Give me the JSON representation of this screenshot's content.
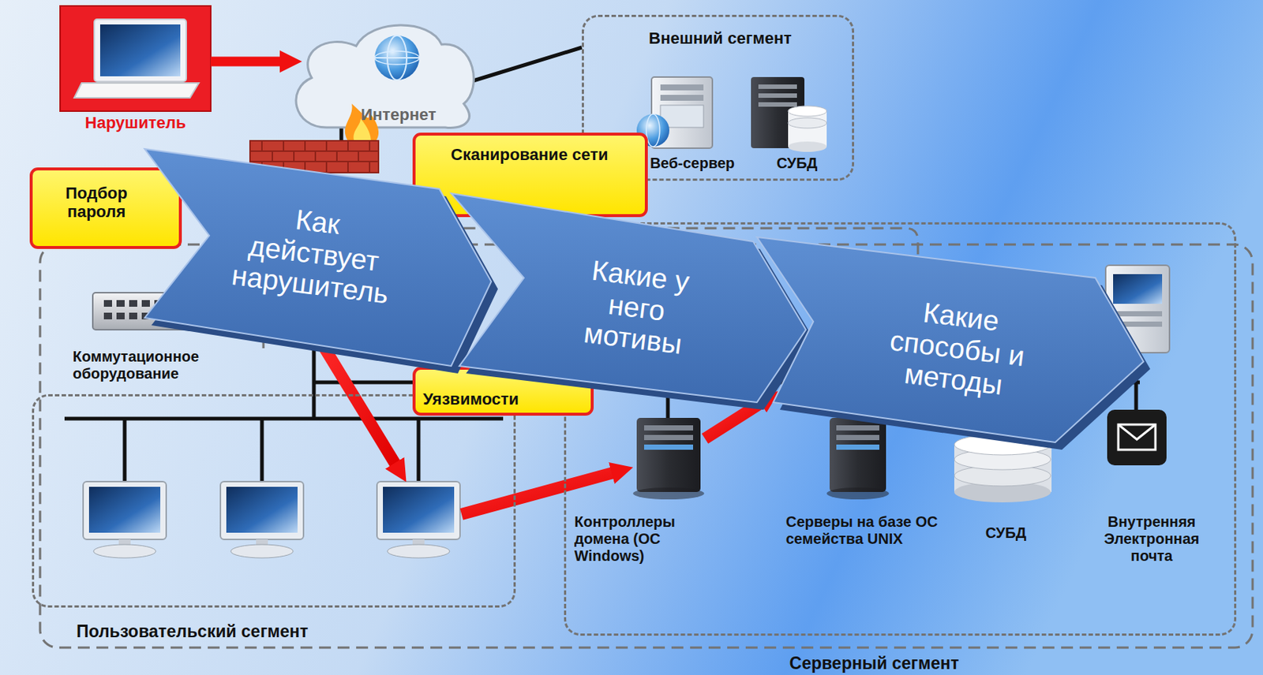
{
  "diagram": {
    "nodes": [
      {
        "text": [
          "Нарушитель"
        ]
      },
      {
        "text": [
          "Интернет"
        ]
      },
      {
        "text": [
          "Внешний сегмент"
        ]
      },
      {
        "text": [
          "Веб-сервер"
        ],
        "in": 2
      },
      {
        "text": [
          "СУБД"
        ],
        "in": 2
      },
      {
        "text": [
          "Сканирование сети"
        ]
      },
      {
        "text": [
          "Подбор пароля"
        ]
      },
      {
        "text": [
          "Коммутационное оборудование"
        ]
      },
      {
        "text": [
          "Пользовательский сегмент"
        ]
      },
      {
        "text": [
          "Серверный сегмент"
        ]
      },
      {
        "text": [
          "Контроллеры домена (ОС Windows)"
        ],
        "in": 9
      },
      {
        "text": [
          "Серверы на базе ОС семейства UNIX"
        ],
        "in": 9
      },
      {
        "text": [
          "СУБД"
        ],
        "in": 9
      },
      {
        "text": [
          "Внутренняя Электронная почта"
        ],
        "in": 9
      },
      {
        "text": [
          "Уязвимости"
        ]
      },
      {
        "text": [
          "Как действует нарушитель"
        ]
      },
      {
        "text": [
          "Какие у него мотивы"
        ]
      },
      {
        "text": [
          "Какие способы и методы"
        ]
      }
    ],
    "edges": [
      {
        "from": 0,
        "to": 1,
        "arrow": "to"
      }
    ]
  }
}
